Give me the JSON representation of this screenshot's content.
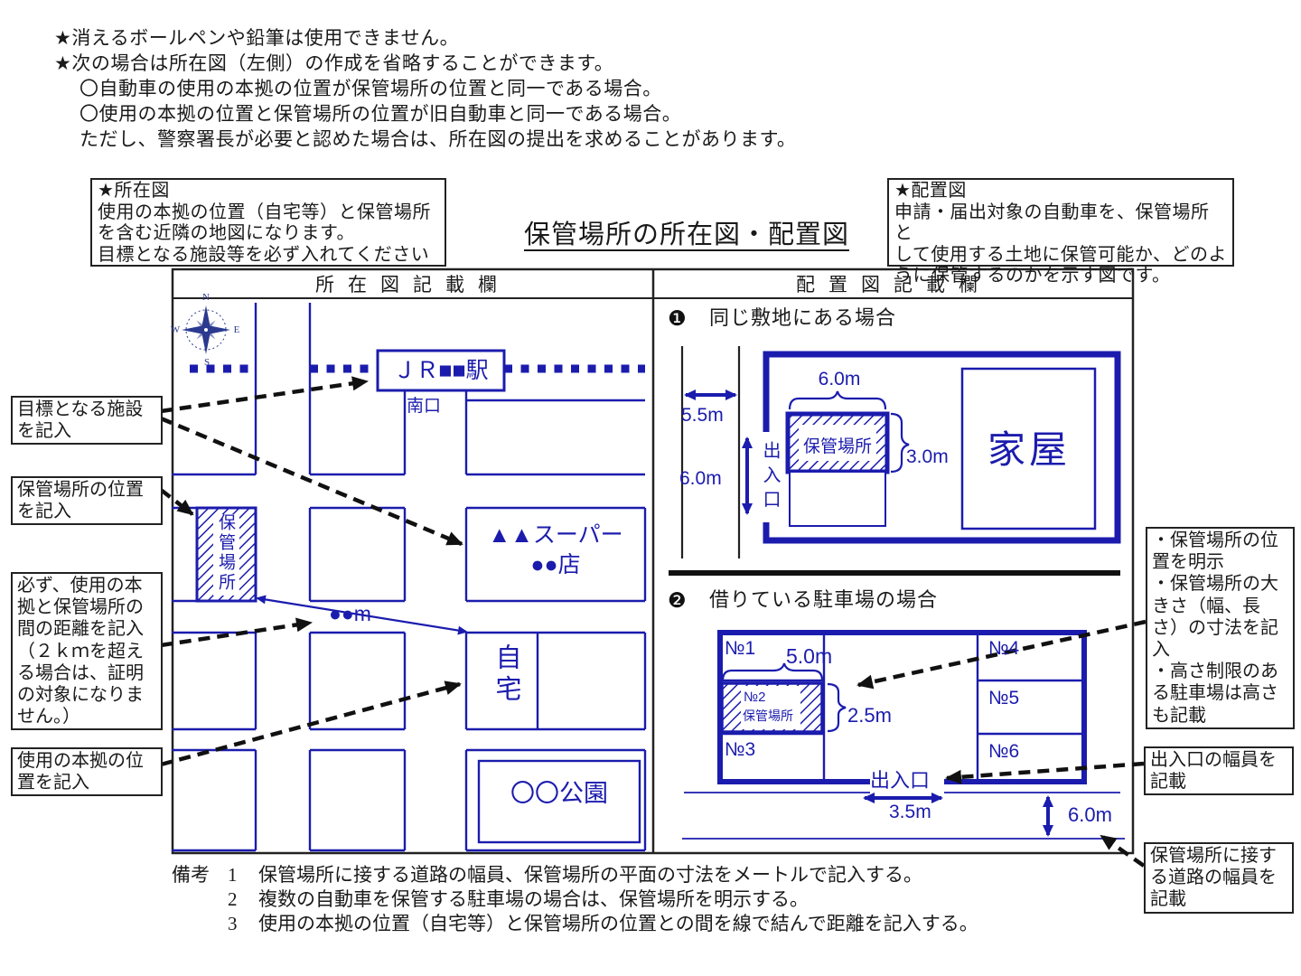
{
  "colors": {
    "blue": "#1b1cad",
    "ink": "#1a1a1a",
    "navy": "#2b3a8f"
  },
  "notes_top": [
    "★消えるボールペンや鉛筆は使用できません。",
    "★次の場合は所在図（左側）の作成を省略することができます。",
    "〇自動車の使用の本拠の位置が保管場所の位置と同一である場合。",
    "〇使用の本拠の位置と保管場所の位置が旧自動車と同一である場合。",
    "ただし、警察署長が必要と認めた場合は、所在図の提出を求めることがあります。"
  ],
  "callout_shozaizu": "★所在図\n使用の本拠の位置（自宅等）と保管場所\nを含む近隣の地図になります。\n目標となる施設等を必ず入れてください",
  "callout_haichizu": "★配置図\n申請・届出対象の自動車を、保管場所と\nして使用する土地に保管可能か、どのよ\nうに保管するのかを示す図です。",
  "title": "保管場所の所在図・配置図",
  "panel_headers": {
    "left": "所在図記載欄",
    "right": "配置図記載欄"
  },
  "map": {
    "compass": {
      "n": "N",
      "e": "E",
      "s": "S",
      "w": "W"
    },
    "station": "ＪＲ■■駅",
    "south_exit": "南口",
    "storage": "保管場所",
    "supermarket": "▲▲スーパー\n●●店",
    "distance": "●●m",
    "home": "自宅",
    "park": "〇〇公園"
  },
  "map_labels": {
    "landmark": "目標となる施設\nを記入",
    "storage_pos": "保管場所の位置\nを記入",
    "distance_note": "必ず、使用の本\n拠と保管場所の\n間の距離を記入\n（２ｋｍを超え\nる場合は、証明\nの対象になりま\nせん。）",
    "base_pos": "使用の本拠の位\n置を記入"
  },
  "diagram1": {
    "bullet": "❶",
    "title": "同じ敷地にある場合",
    "road_width": "5.5m",
    "gate_height": "6.0m",
    "gate": "出入口",
    "storage": "保管場所",
    "storage_width": "6.0m",
    "storage_depth": "3.0m",
    "house": "家屋"
  },
  "diagram2": {
    "bullet": "❷",
    "title": "借りている駐車場の場合",
    "no1": "№1",
    "no2": "№2",
    "no2_label": "保管場所",
    "no3": "№3",
    "no4": "№4",
    "no5": "№5",
    "no6": "№6",
    "width": "5.0m",
    "depth": "2.5m",
    "gate": "出入口",
    "gate_width": "3.5m",
    "road_width": "6.0m"
  },
  "right_labels": {
    "detail": "・保管場所の位\n置を明示\n・保管場所の大\nきさ（幅、長\nさ）の寸法を記\n入\n・高さ制限のあ\nる駐車場は高さ\nも記載",
    "gate_width": "出入口の幅員を\n記載",
    "road_width": "保管場所に接す\nる道路の幅員を\n記載"
  },
  "remarks": {
    "label": "備考",
    "items": [
      {
        "num": "1",
        "text": "保管場所に接する道路の幅員、保管場所の平面の寸法をメートルで記入する。"
      },
      {
        "num": "2",
        "text": "複数の自動車を保管する駐車場の場合は、保管場所を明示する。"
      },
      {
        "num": "3",
        "text": "使用の本拠の位置（自宅等）と保管場所の位置との間を線で結んで距離を記入する。"
      }
    ]
  }
}
